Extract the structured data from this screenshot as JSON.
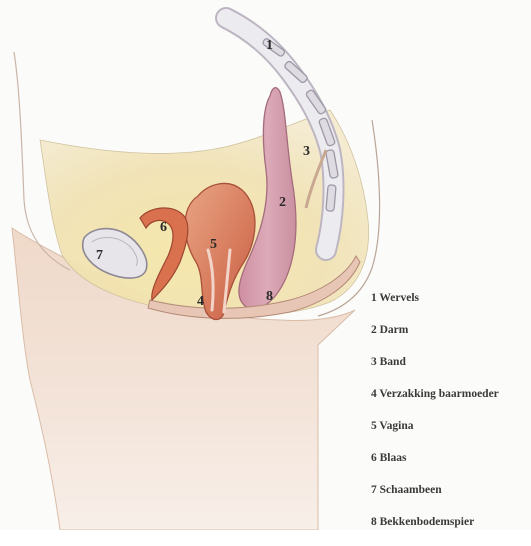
{
  "labels": {
    "n1": "1",
    "n2": "2",
    "n3": "3",
    "n4": "4",
    "n5": "5",
    "n6": "6",
    "n7": "7",
    "n8": "8"
  },
  "legend": [
    "1 Wervels",
    "2 Darm",
    "3 Band",
    "4 Verzakking baarmoeder",
    "5 Vagina",
    "6 Blaas",
    "7 Schaambeen",
    "8 Bekkenbodemspier"
  ],
  "colors": {
    "skin": "#ecd3c1",
    "pelvis_fill": "#f2e4b0",
    "uterus": "#dc8a6a",
    "rectum": "#d7a6b2",
    "bone": "#e4e2e6",
    "outline": "#8a6a58"
  }
}
